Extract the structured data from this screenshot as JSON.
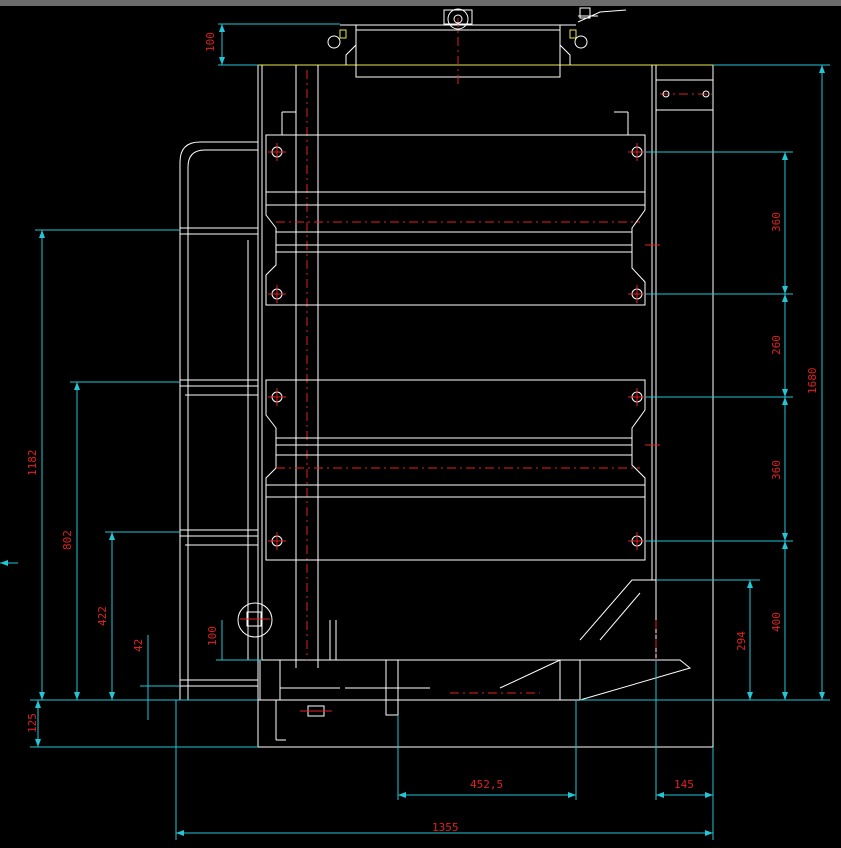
{
  "colors": {
    "background": "#000000",
    "geometry": "#ffffff",
    "dimension_lines": "#22c6d6",
    "dimension_text": "#e02020",
    "accent": "#e8e84a"
  },
  "dimensions": {
    "top_100": "100",
    "right_360_a": "360",
    "right_260": "260",
    "right_360_b": "360",
    "right_400": "400",
    "right_294": "294",
    "right_1680": "1680",
    "left_1182": "1182",
    "left_802": "802",
    "left_422": "422",
    "left_42": "42",
    "left_100": "100",
    "left_125": "125",
    "bottom_452_5": "452,5",
    "bottom_145": "145",
    "bottom_1355": "1355"
  }
}
